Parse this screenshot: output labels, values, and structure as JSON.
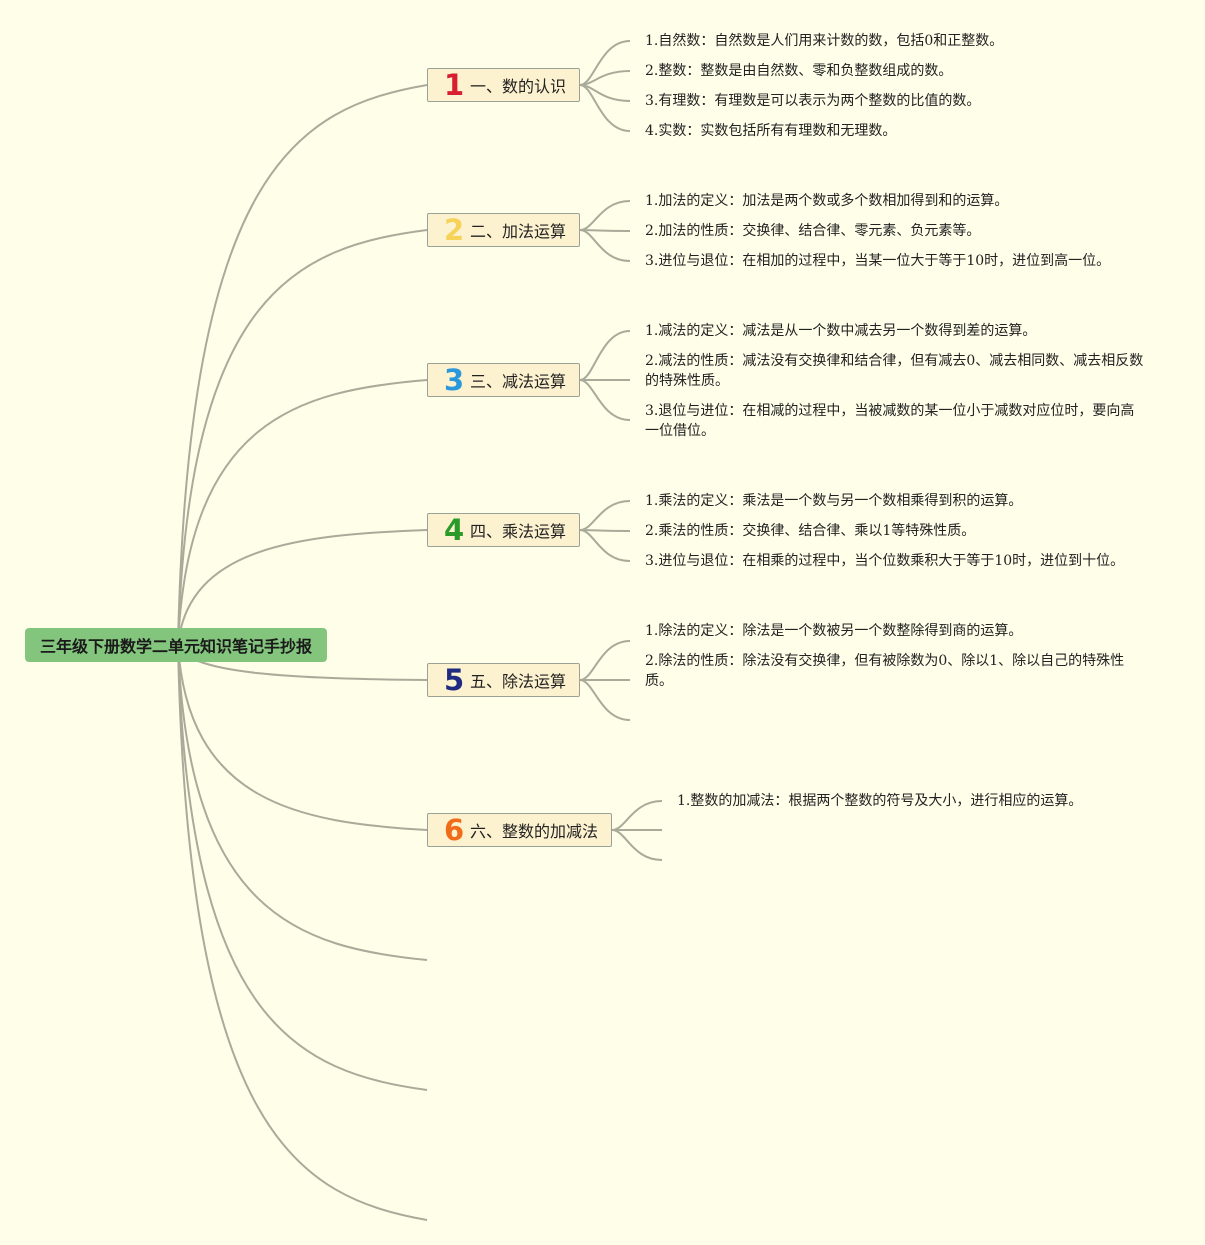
{
  "root": {
    "title": "三年级下册数学二单元知识笔记手抄报"
  },
  "colors": {
    "background": "#fefee9",
    "root_fill": "#84c57d",
    "branch_fill": "#fdf2cf",
    "line": "#aaaa9a",
    "num1": "#d81f32",
    "num2": "#f6d259",
    "num3": "#2a98db",
    "num4": "#2a9b2a",
    "num5": "#1f2a80",
    "num6": "#f06c19"
  },
  "branches": [
    {
      "num": "1",
      "label": "一、数的认识",
      "leaves": [
        "1.自然数：自然数是人们用来计数的数，包括0和正整数。",
        "2.整数：整数是由自然数、零和负整数组成的数。",
        "3.有理数：有理数是可以表示为两个整数的比值的数。",
        "4.实数：实数包括所有有理数和无理数。"
      ]
    },
    {
      "num": "2",
      "label": "二、加法运算",
      "leaves": [
        "1.加法的定义：加法是两个数或多个数相加得到和的运算。",
        "2.加法的性质：交换律、结合律、零元素、负元素等。",
        "3.进位与退位：在相加的过程中，当某一位大于等于10时，进位到高一位。"
      ]
    },
    {
      "num": "3",
      "label": "三、减法运算",
      "leaves": [
        "1.减法的定义：减法是从一个数中减去另一个数得到差的运算。",
        "2.减法的性质：减法没有交换律和结合律，但有减去0、减去相同数、减去相反数的特殊性质。",
        "3.退位与进位：在相减的过程中，当被减数的某一位小于减数对应位时，要向高一位借位。"
      ]
    },
    {
      "num": "4",
      "label": "四、乘法运算",
      "leaves": [
        "1.乘法的定义：乘法是一个数与另一个数相乘得到积的运算。",
        "2.乘法的性质：交换律、结合律、乘以1等特殊性质。",
        "3.进位与退位：在相乘的过程中，当个位数乘积大于等于10时，进位到十位。"
      ]
    },
    {
      "num": "5",
      "label": "五、除法运算",
      "leaves": [
        "1.除法的定义：除法是一个数被另一个数整除得到商的运算。",
        "2.除法的性质：除法没有交换律，但有被除数为0、除以1、除以自己的特殊性质。"
      ]
    },
    {
      "num": "6",
      "label": "六、整数的加减法",
      "leaves": [
        "1.整数的加减法：根据两个整数的符号及大小，进行相应的运算。"
      ]
    }
  ]
}
